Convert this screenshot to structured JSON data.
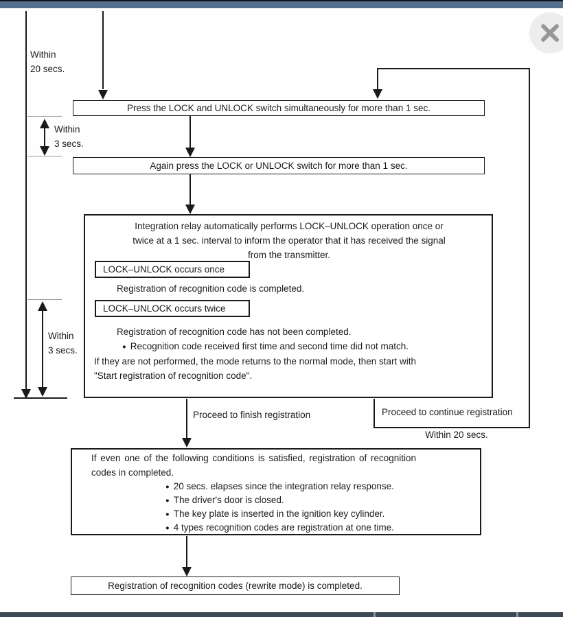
{
  "window": {
    "close_label": "close"
  },
  "timeline": {
    "within_20_top": {
      "line1": "Within",
      "line2": "20 secs."
    },
    "within_3_first": {
      "line1": "Within",
      "line2": "3 secs."
    },
    "within_3_second": {
      "line1": "Within",
      "line2": "3 secs."
    }
  },
  "flow": {
    "box_press": "Press the LOCK and UNLOCK switch simultaneously for more than 1 sec.",
    "box_again": "Again press the LOCK or UNLOCK switch for more than 1 sec.",
    "relay": {
      "intro_lines": [
        "Integration relay automatically performs LOCK–UNLOCK operation once or",
        "twice at a 1 sec. interval to inform the operator that it has received the signal",
        "from the transmitter."
      ],
      "occurs_once": "LOCK–UNLOCK occurs once",
      "once_result": "Registration of recognition code is completed.",
      "occurs_twice": "LOCK–UNLOCK occurs twice",
      "twice_result": "Registration of recognition code has not been completed.",
      "twice_bullet": "Recognition code received first time and second time did not match.",
      "note_lines": [
        "If they are not performed, the mode returns to the normal mode, then start with",
        "\"Start registration of recognition code\"."
      ]
    },
    "proceed_finish": "Proceed to finish registration",
    "proceed_continue": "Proceed to continue registration",
    "within_20_right": "Within 20 secs.",
    "conditions": {
      "intro_lines": [
        "If even one of the following conditions is satisfied, registration of recognition",
        "codes in completed."
      ],
      "bullets": [
        "20 secs. elapses since the integration relay response.",
        "The driver's door is closed.",
        "The key plate is inserted in the ignition key cylinder.",
        "4 types recognition codes are registration at one time."
      ]
    },
    "box_final": "Registration of recognition codes (rewrite mode) is completed."
  },
  "icons": {
    "bullet": "●"
  },
  "colors": {
    "header_bar": "#54708e",
    "header_top": "#10141a",
    "footer_bar": "#3e4956",
    "line": "#1a1a1a",
    "close_circle": "#ededed",
    "close_x": "#979797"
  }
}
